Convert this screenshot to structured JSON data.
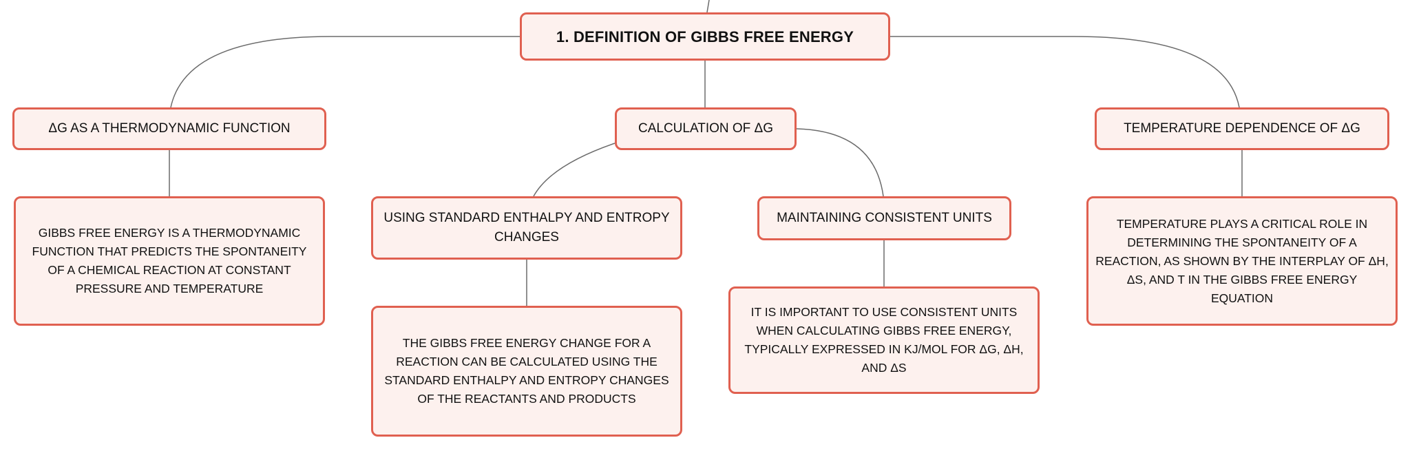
{
  "root": {
    "label": "1. DEFINITION OF GIBBS FREE ENERGY"
  },
  "topics": {
    "function": {
      "label": "ΔG AS A THERMODYNAMIC FUNCTION",
      "detail": "GIBBS FREE ENERGY IS A THERMODYNAMIC FUNCTION THAT PREDICTS THE SPONTANEITY OF A CHEMICAL REACTION AT CONSTANT PRESSURE AND TEMPERATURE"
    },
    "calculation": {
      "label": "CALCULATION OF ΔG",
      "subtopics": {
        "standard": {
          "label": "USING STANDARD ENTHALPY AND ENTROPY CHANGES",
          "detail": "THE GIBBS FREE ENERGY CHANGE FOR A REACTION CAN BE CALCULATED USING THE STANDARD ENTHALPY AND ENTROPY CHANGES OF THE REACTANTS AND PRODUCTS"
        },
        "units": {
          "label": "MAINTAINING CONSISTENT UNITS",
          "detail": "IT IS IMPORTANT TO USE CONSISTENT UNITS WHEN CALCULATING GIBBS FREE ENERGY, TYPICALLY EXPRESSED IN KJ/MOL FOR ΔG, ΔH, AND ΔS"
        }
      }
    },
    "temperature": {
      "label": "TEMPERATURE DEPENDENCE OF ΔG",
      "detail": "TEMPERATURE PLAYS A CRITICAL ROLE IN DETERMINING THE SPONTANEITY OF A REACTION, AS SHOWN BY THE INTERPLAY OF ΔH, ΔS, AND T IN THE GIBBS FREE ENERGY EQUATION"
    }
  },
  "colors": {
    "node_border": "#e06050",
    "node_fill": "#fdf1ee",
    "connector": "#6b6b6b"
  }
}
